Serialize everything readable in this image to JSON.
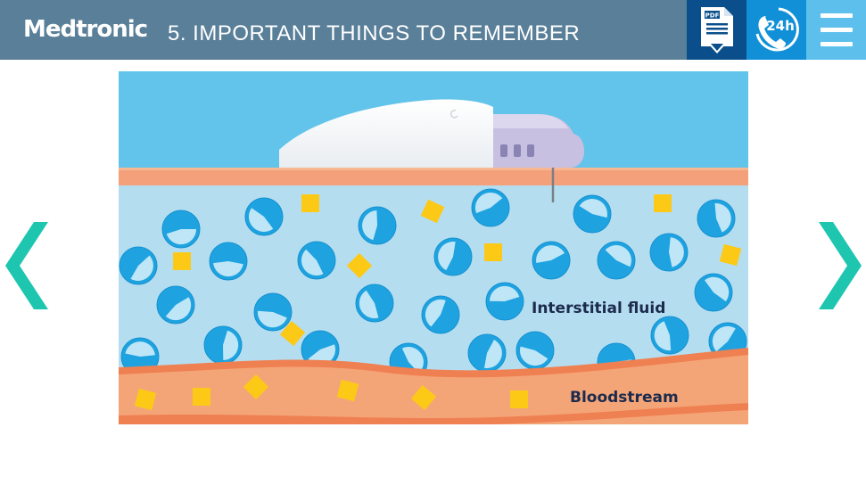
{
  "header": {
    "logo": "Medtronic",
    "title": "5. IMPORTANT THINGS TO REMEMBER",
    "pdf_button": {
      "icon": "pdf-download-icon",
      "label": "PDF"
    },
    "support_button": {
      "icon": "24h-support-icon",
      "label": "24h"
    },
    "menu_button": {
      "icon": "hamburger-menu-icon"
    }
  },
  "navigation": {
    "prev": {
      "icon": "chevron-left-icon"
    },
    "next": {
      "icon": "chevron-right-icon"
    }
  },
  "illustration": {
    "labels": {
      "interstitial": "Interstitial fluid",
      "bloodstream": "Bloodstream"
    },
    "colors": {
      "sky": "#62c4ea",
      "skin": "#f4a07a",
      "fluid": "#b5ddf0",
      "cell": "#1ea3e0",
      "glucose": "#fcc917",
      "vessel": "#f39a6c",
      "sensor_body": "#ffffff",
      "sensor_tip": "#c7c0e0"
    }
  }
}
